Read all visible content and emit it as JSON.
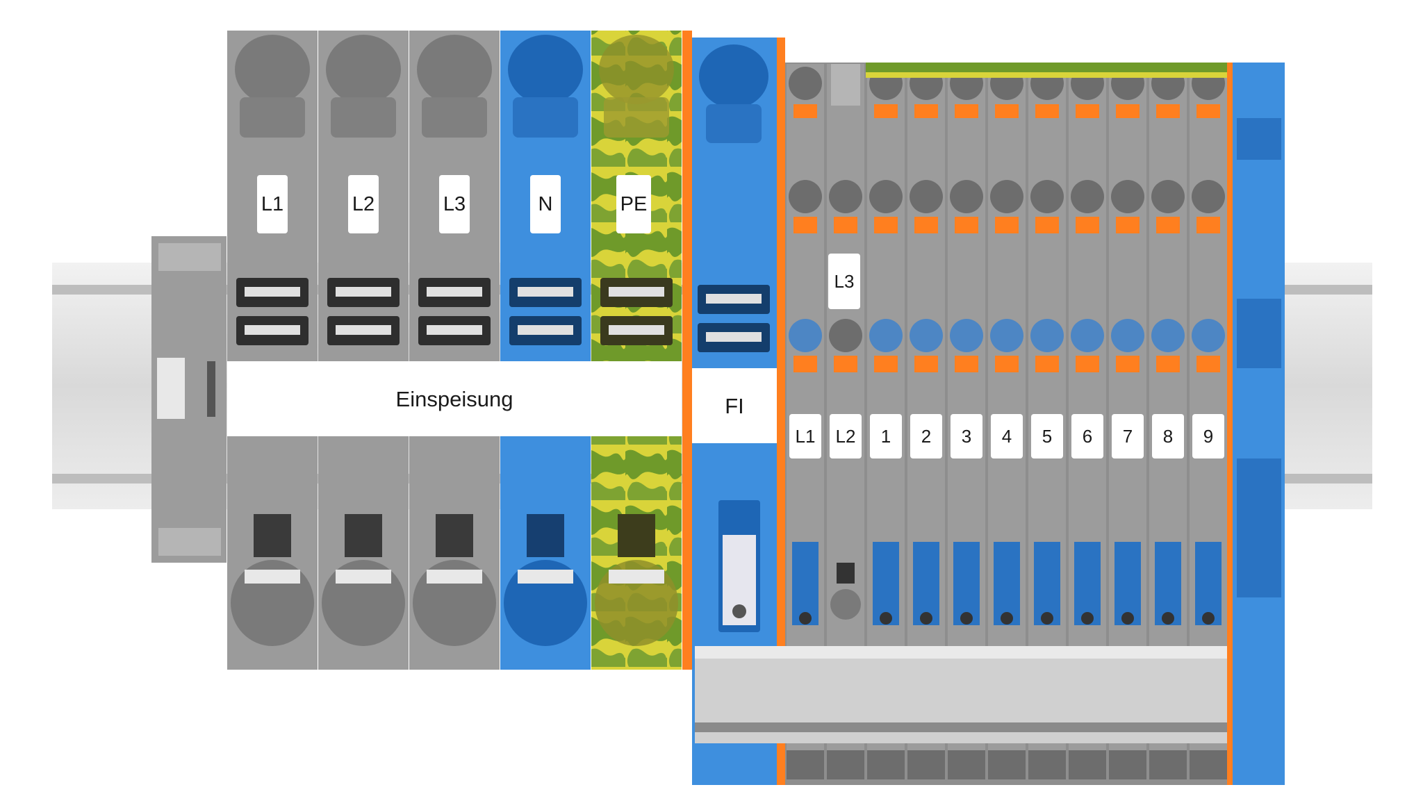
{
  "image": {
    "subject": "DIN-rail terminal block assembly",
    "colors": {
      "gray": "#9b9b9b",
      "gray_dark": "#7f7f7f",
      "blue": "#3e8fde",
      "blue_dark": "#1e66b5",
      "earth_yellow": "#d9d43a",
      "earth_green": "#6f9a2a",
      "orange": "#ff7f1f",
      "rail": "#e4e4e4"
    }
  },
  "feed_section": {
    "terminals": [
      {
        "label": "L1",
        "color": "gray"
      },
      {
        "label": "L2",
        "color": "gray"
      },
      {
        "label": "L3",
        "color": "gray"
      },
      {
        "label": "N",
        "color": "blue"
      },
      {
        "label": "PE",
        "color": "earth"
      }
    ],
    "marker_text": "Einspeisung"
  },
  "fi_section": {
    "marker_text": "FI"
  },
  "distribution_section": {
    "upper_marker": "L3",
    "markers": [
      "L1",
      "L2",
      "1",
      "2",
      "3",
      "4",
      "5",
      "6",
      "7",
      "8",
      "9"
    ]
  }
}
